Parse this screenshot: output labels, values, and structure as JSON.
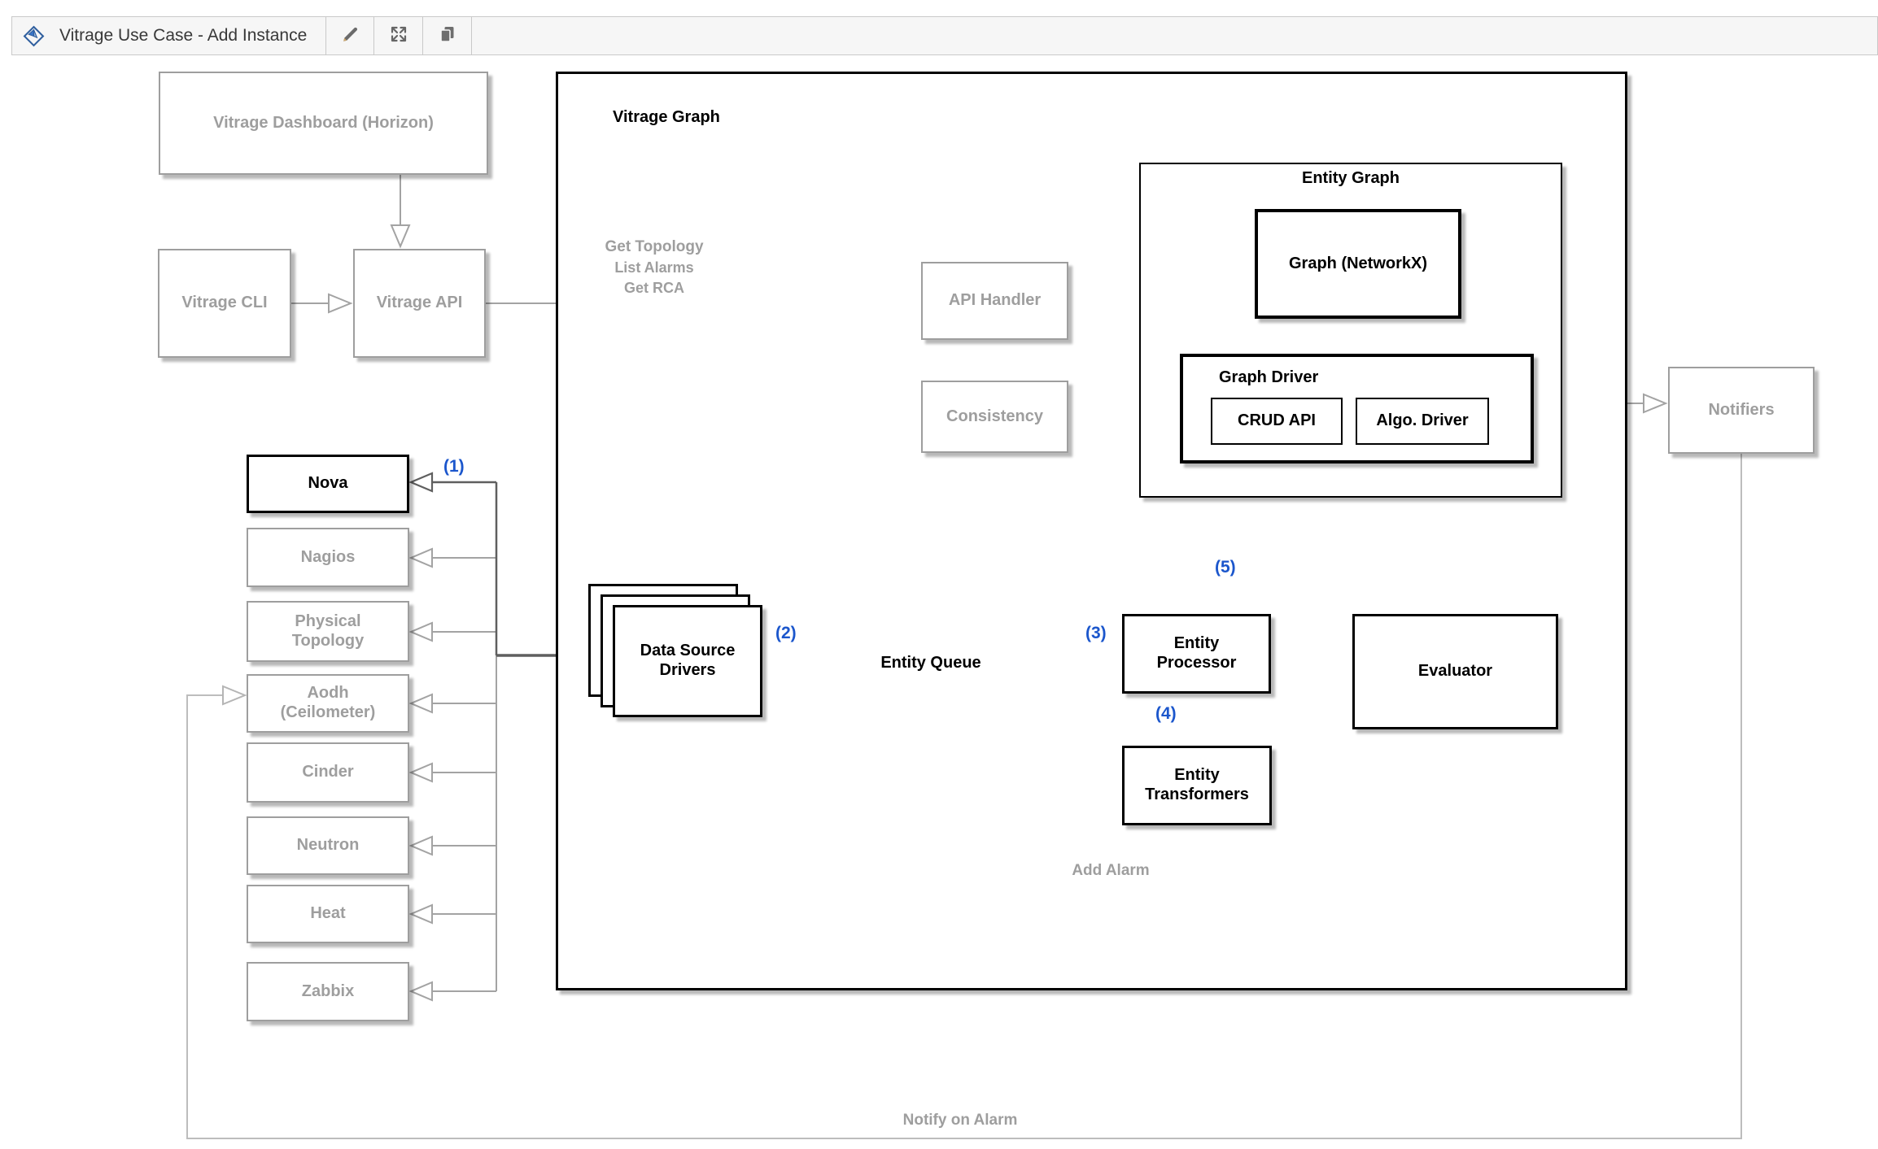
{
  "toolbar": {
    "title": "Vitrage Use Case - Add Instance",
    "logo_icon": "diagram-logo-icon",
    "edit_icon": "pencil-icon",
    "fullscreen_icon": "expand-icon",
    "copy_icon": "copy-icon"
  },
  "colors": {
    "accent_blue": "#1b56cc",
    "gray_text": "#9e9e9e",
    "line_light": "#a3a3a3",
    "line_dark": "#5f5f5f",
    "line_faint": "#c2c2c2",
    "black": "#000000"
  },
  "diagram": {
    "dashboard": "Vitrage Dashboard (Horizon)",
    "cli": "Vitrage CLI",
    "api": "Vitrage API",
    "vitrage_graph": "Vitrage Graph",
    "api_calls": [
      "Get Topology",
      "List Alarms",
      "Get RCA"
    ],
    "api_handler": "API Handler",
    "consistency": "Consistency",
    "entity_graph": "Entity Graph",
    "graph_networkx": "Graph (NetworkX)",
    "graph_driver": "Graph Driver",
    "crud_api": "CRUD API",
    "algo_driver": "Algo. Driver",
    "entity_queue": "Entity Queue",
    "entity_processor": "Entity Processor",
    "entity_transformers": "Entity Transformers",
    "evaluator": "Evaluator",
    "notifiers": "Notifiers",
    "data_source_drivers": "Data Source Drivers",
    "sources": [
      "Nova",
      "Nagios",
      "Physical Topology",
      "Aodh (Ceilometer)",
      "Cinder",
      "Neutron",
      "Heat",
      "Zabbix"
    ],
    "steps": [
      "(1)",
      "(2)",
      "(3)",
      "(4)",
      "(5)"
    ],
    "add_alarm": "Add Alarm",
    "notify_on_alarm": "Notify on Alarm"
  }
}
